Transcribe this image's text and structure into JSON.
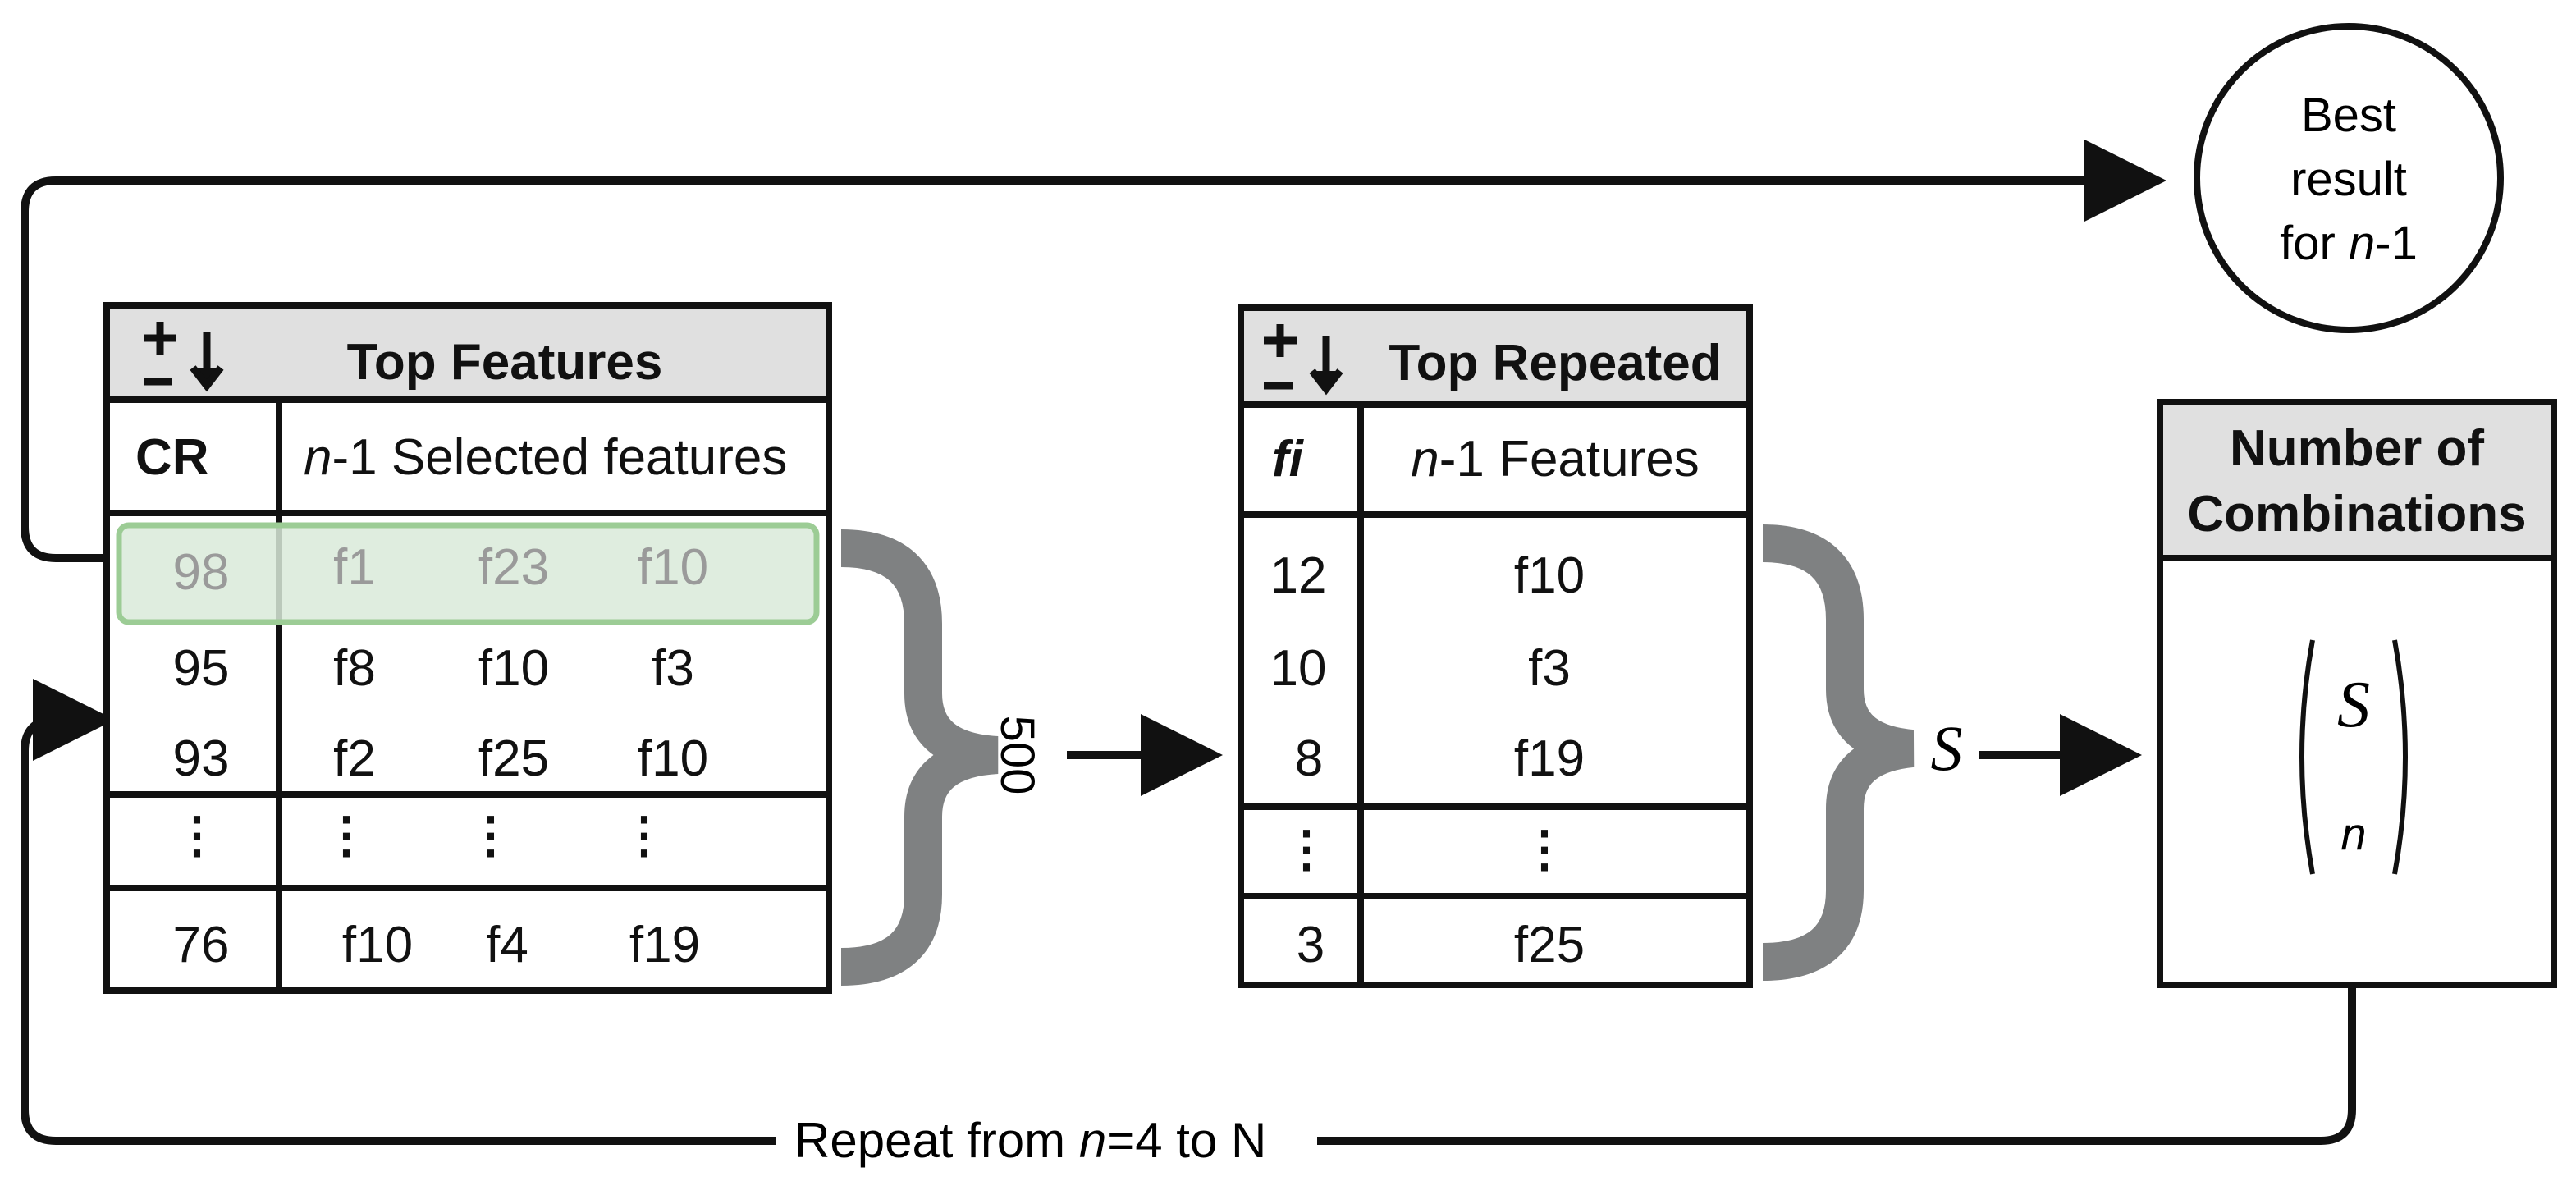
{
  "best_result": {
    "line1": "Best",
    "line2": "result",
    "line3_prefix": "for ",
    "line3_var": "n",
    "line3_suffix": "-1"
  },
  "table1": {
    "title": "Top Features",
    "col1_header": "CR",
    "col2_header_var": "n",
    "col2_header_rest": "-1 Selected features",
    "rows": [
      {
        "cr": "98",
        "f": [
          "f1",
          "f23",
          "f10"
        ],
        "highlighted": true
      },
      {
        "cr": "95",
        "f": [
          "f8",
          "f10",
          "f3"
        ]
      },
      {
        "cr": "93",
        "f": [
          "f2",
          "f25",
          "f10"
        ]
      }
    ],
    "ellipsis": "⋮",
    "last_row": {
      "cr": "76",
      "f": [
        "f10",
        "f4",
        "f19"
      ]
    }
  },
  "brace1_label": "500",
  "table2": {
    "title": "Top Repeated",
    "col1_header": "fi",
    "col2_header_var": "n",
    "col2_header_rest": "-1 Features",
    "rows": [
      {
        "fi": "12",
        "f": "f10"
      },
      {
        "fi": "10",
        "f": "f3"
      },
      {
        "fi": "8",
        "f": "f19"
      }
    ],
    "ellipsis": "⋮",
    "last_row": {
      "fi": "3",
      "f": "f25"
    }
  },
  "brace2_label": "S",
  "table3": {
    "title_line1": "Number of",
    "title_line2": "Combinations",
    "binom_top": "S",
    "binom_bottom": "n"
  },
  "loop_label": {
    "prefix": "Repeat from ",
    "var": "n",
    "suffix": "=4 to N"
  },
  "colors": {
    "header_fill": "#e0e0e0",
    "highlight_fill": "#d9ead9",
    "highlight_stroke": "#9ccc95",
    "brace": "#7f8182",
    "line": "#111111"
  }
}
